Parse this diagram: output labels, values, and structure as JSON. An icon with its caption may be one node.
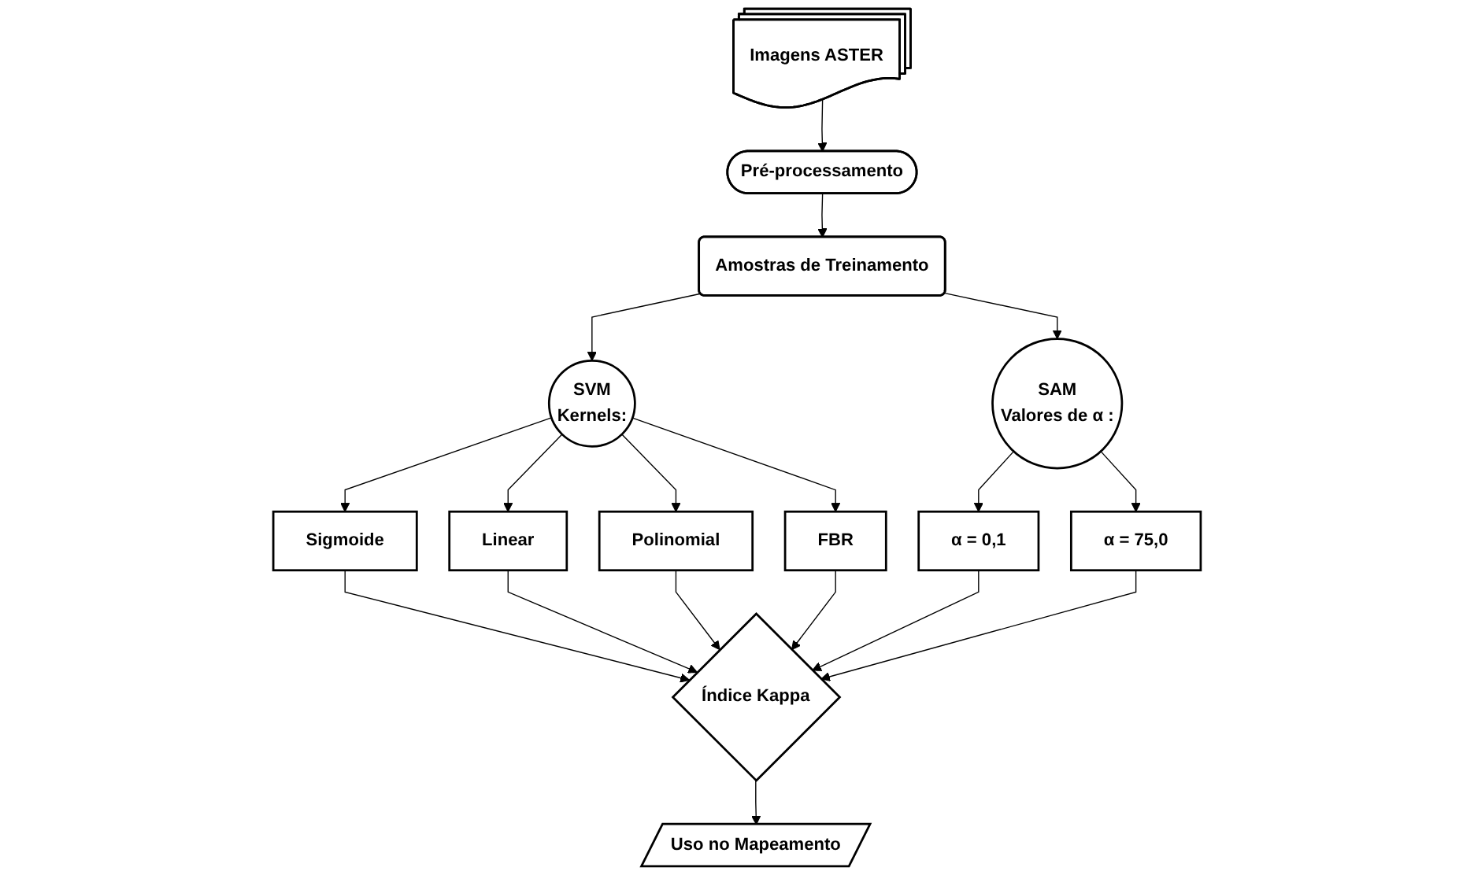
{
  "diagram": {
    "nodes": [
      {
        "text": [
          "Imagens ASTER"
        ]
      },
      {
        "text": [
          "Pré-processamento"
        ]
      },
      {
        "text": [
          "Amostras de Treinamento"
        ]
      },
      {
        "text": [
          "SVM",
          "Kernels:"
        ]
      },
      {
        "text": [
          "SAM",
          "Valores de α :"
        ]
      },
      {
        "text": [
          "Sigmoide"
        ]
      },
      {
        "text": [
          "Linear"
        ]
      },
      {
        "text": [
          "Polinomial"
        ]
      },
      {
        "text": [
          "FBR"
        ]
      },
      {
        "text": [
          "α = 0,1"
        ]
      },
      {
        "text": [
          "α = 75,0"
        ]
      },
      {
        "text": [
          "Índice Kappa"
        ]
      },
      {
        "text": [
          "Uso no Mapeamento"
        ]
      }
    ],
    "edges": [
      {
        "from": 0,
        "to": 1,
        "arrow": "to"
      },
      {
        "from": 1,
        "to": 2,
        "arrow": "to"
      },
      {
        "from": 2,
        "to": 3,
        "arrow": "to"
      },
      {
        "from": 2,
        "to": 4,
        "arrow": "to"
      },
      {
        "from": 3,
        "to": 5,
        "arrow": "to"
      },
      {
        "from": 3,
        "to": 6,
        "arrow": "to"
      },
      {
        "from": 3,
        "to": 7,
        "arrow": "to"
      },
      {
        "from": 3,
        "to": 8,
        "arrow": "to"
      },
      {
        "from": 4,
        "to": 9,
        "arrow": "to"
      },
      {
        "from": 4,
        "to": 10,
        "arrow": "to"
      },
      {
        "from": 5,
        "to": 11,
        "arrow": "to"
      },
      {
        "from": 6,
        "to": 11,
        "arrow": "to"
      },
      {
        "from": 7,
        "to": 11,
        "arrow": "to"
      },
      {
        "from": 8,
        "to": 11,
        "arrow": "to"
      },
      {
        "from": 9,
        "to": 11,
        "arrow": "to"
      },
      {
        "from": 10,
        "to": 11,
        "arrow": "to"
      },
      {
        "from": 11,
        "to": 12,
        "arrow": "to"
      }
    ]
  }
}
